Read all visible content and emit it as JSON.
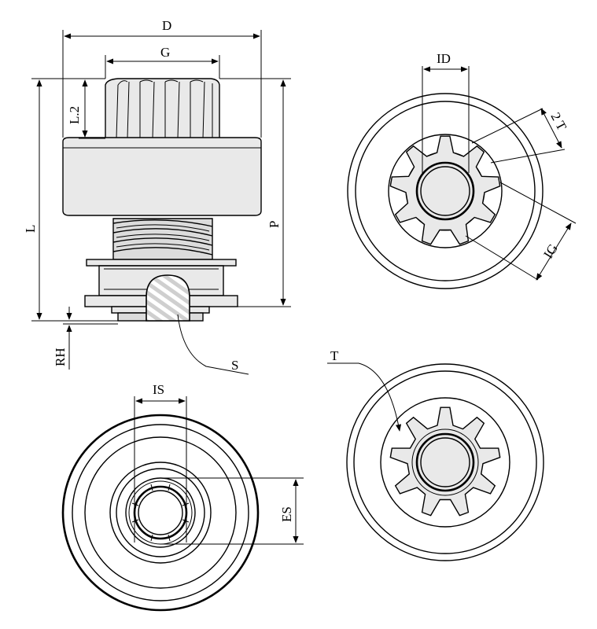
{
  "labels": {
    "D": "D",
    "G": "G",
    "L2": "L.2",
    "L": "L",
    "P": "P",
    "RH": "RH",
    "S": "S",
    "ID": "ID",
    "TWO_T": "2 T",
    "IG": "IG",
    "IS": "IS",
    "ES": "ES",
    "T": "T"
  },
  "colors": {
    "line": "#000000",
    "shade": "#e9e9e9",
    "hatch_fill": "#d0d0d0"
  }
}
